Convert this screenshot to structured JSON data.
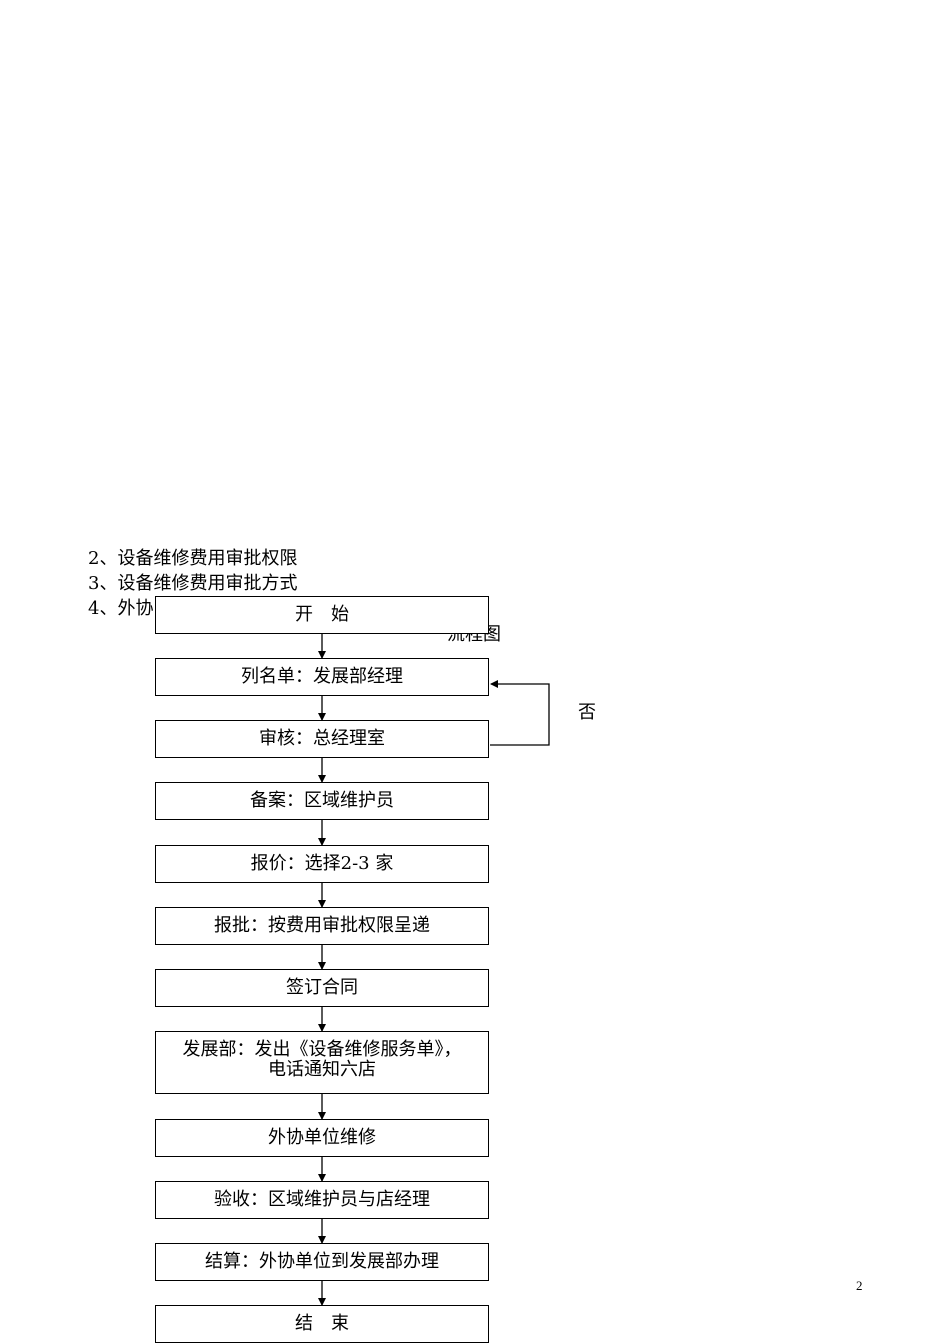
{
  "headings": [
    "2、设备维修费用审批权限",
    "3、设备维修费用审批方式",
    "4、外协"
  ],
  "flowchart_caption": "流程图",
  "flowchart": {
    "steps": [
      {
        "id": "start",
        "lines": [
          "开　始"
        ]
      },
      {
        "id": "list",
        "lines": [
          "列名单：发展部经理"
        ]
      },
      {
        "id": "review",
        "lines": [
          "审核：总经理室"
        ]
      },
      {
        "id": "record",
        "lines": [
          "备案：区域维护员"
        ]
      },
      {
        "id": "quote",
        "lines": [
          "报价：选择2-3 家"
        ]
      },
      {
        "id": "approve",
        "lines": [
          "报批：按费用审批权限呈递"
        ]
      },
      {
        "id": "contract",
        "lines": [
          "签订合同"
        ]
      },
      {
        "id": "dispatch",
        "lines": [
          "发展部：发出《设备维修服务单》，",
          "电话通知六店"
        ]
      },
      {
        "id": "repair",
        "lines": [
          "外协单位维修"
        ]
      },
      {
        "id": "accept",
        "lines": [
          "验收：区域维护员与店经理"
        ]
      },
      {
        "id": "settle",
        "lines": [
          "结算：外协单位到发展部办理"
        ]
      },
      {
        "id": "end",
        "lines": [
          "结　束"
        ]
      }
    ],
    "feedback_label": "否"
  },
  "page_number": "2"
}
